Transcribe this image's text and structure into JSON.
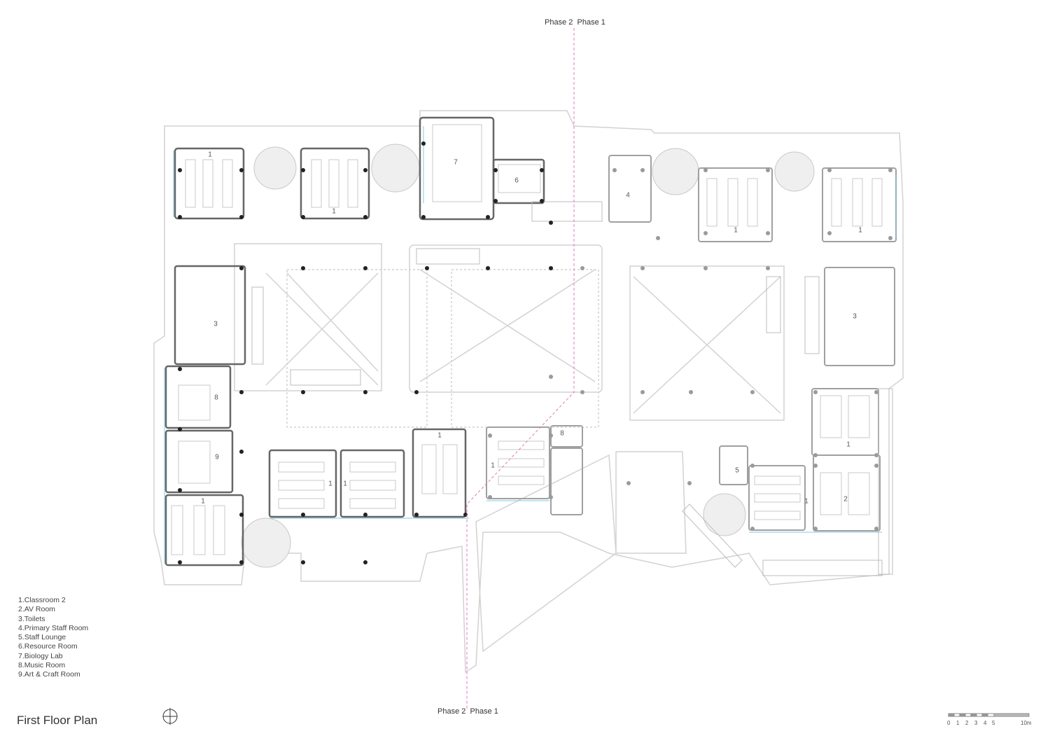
{
  "title": "First Floor Plan",
  "phase_line": {
    "top": {
      "left_label": "Phase 2",
      "right_label": "Phase 1"
    },
    "bottom": {
      "left_label": "Phase 2",
      "right_label": "Phase 1"
    }
  },
  "legend": [
    "1.Classroom 2",
    "2.AV Room",
    "3.Toilets",
    "4.Primary Staff Room",
    "5.Staff Lounge",
    "6.Resource Room",
    "7.Biology Lab",
    "8.Music Room",
    "9.Art & Craft Room"
  ],
  "room_labels": [
    "1",
    "1",
    "7",
    "6",
    "4",
    "1",
    "1",
    "3",
    "3",
    "8",
    "9",
    "1",
    "1",
    "1",
    "1",
    "1",
    "8",
    "5",
    "1",
    "2",
    "1"
  ],
  "scale_bar": {
    "ticks": [
      "0",
      "1",
      "2",
      "3",
      "4",
      "5"
    ],
    "end_label": "10m"
  },
  "colors": {
    "walls": "#555555",
    "faint": "#cfcfcf",
    "phase_line": "#e37ab8",
    "glazing": "#7ec8e3",
    "columns": "#222222"
  },
  "icons": {
    "north_arrow": "north-arrow-icon"
  }
}
